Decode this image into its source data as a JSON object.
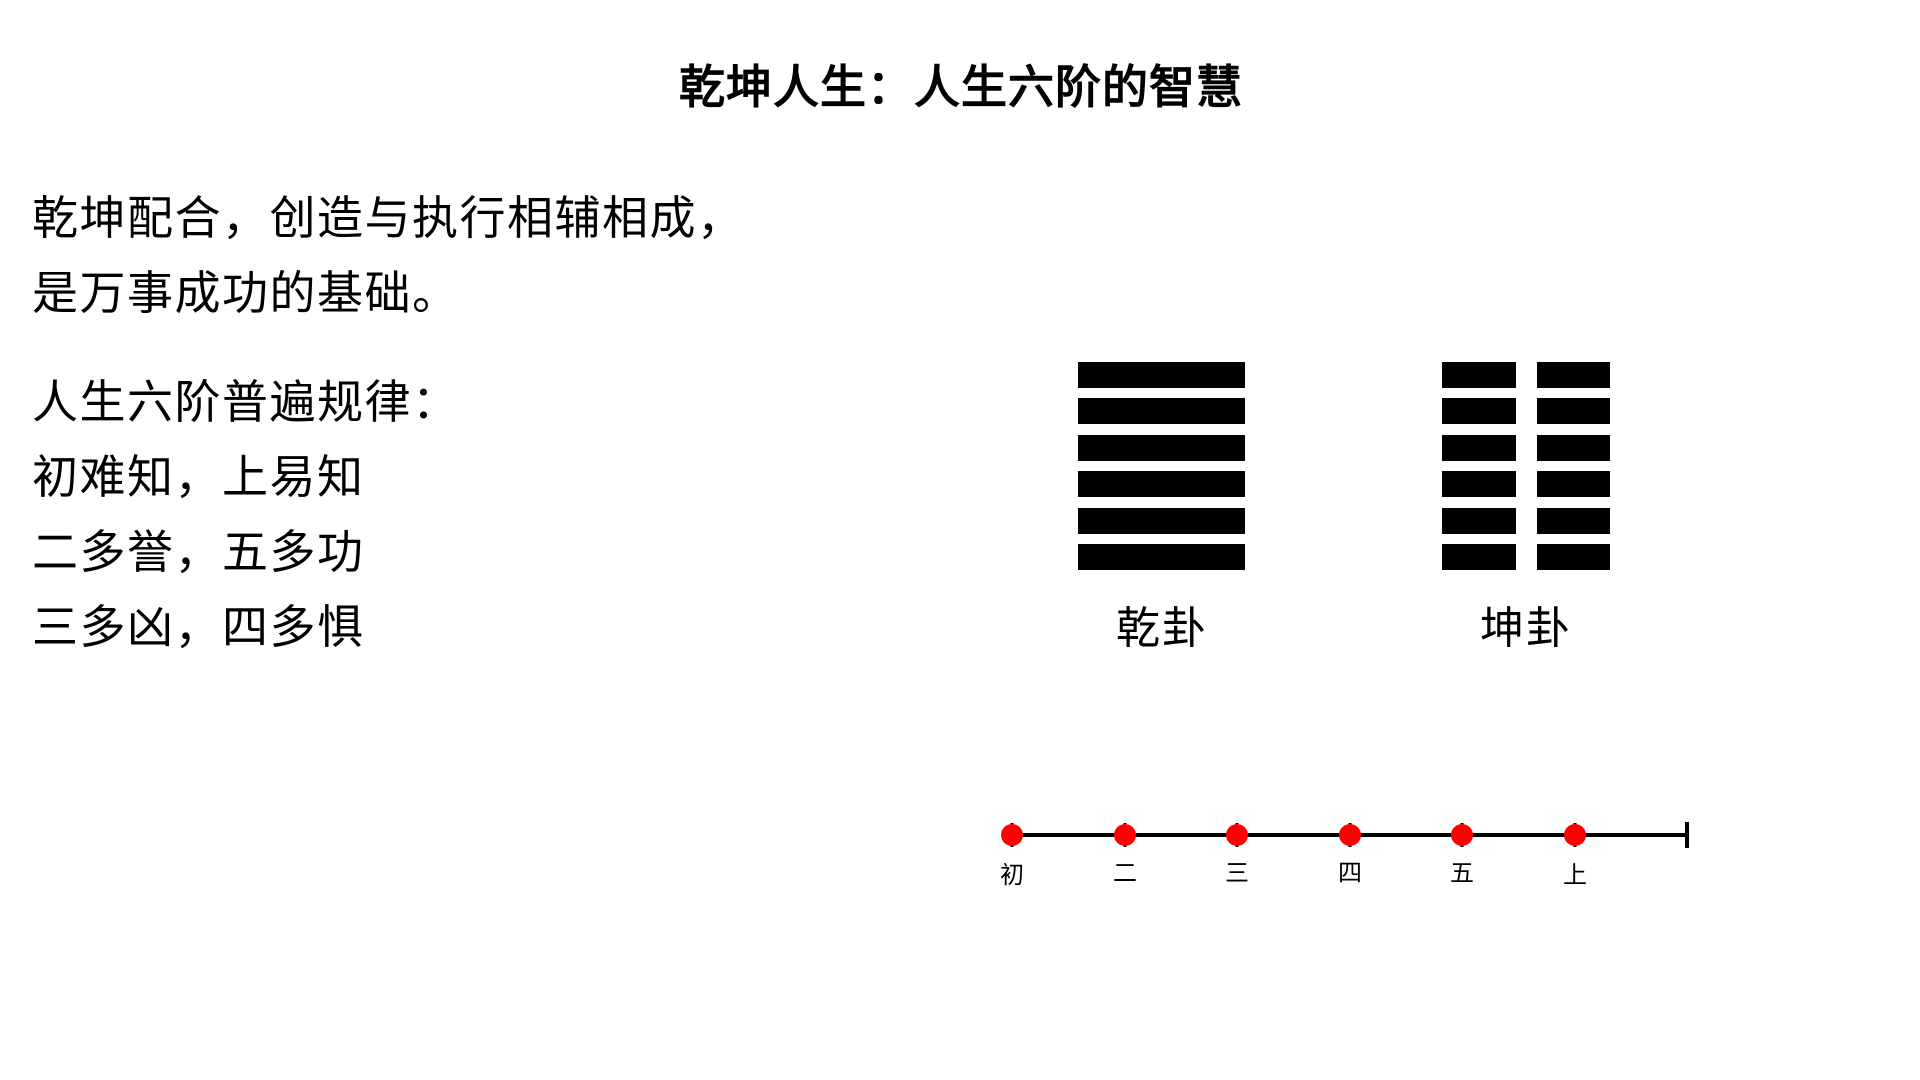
{
  "title": "乾坤人生：人生六阶的智慧",
  "intro": {
    "lines": [
      "乾坤配合，创造与执行相辅相成，",
      "是万事成功的基础。"
    ]
  },
  "rules": {
    "heading": "人生六阶普遍规律：",
    "lines": [
      "初难知，上易知",
      "二多誉，五多功",
      "三多凶，四多惧"
    ]
  },
  "hexagrams": [
    {
      "name": "乾卦",
      "lines": [
        "yang",
        "yang",
        "yang",
        "yang",
        "yang",
        "yang"
      ]
    },
    {
      "name": "坤卦",
      "lines": [
        "yin",
        "yin",
        "yin",
        "yin",
        "yin",
        "yin"
      ]
    }
  ],
  "timeline": {
    "stages": [
      "初",
      "二",
      "三",
      "四",
      "五",
      "上"
    ],
    "dot_color": "#ff0000",
    "line_color": "#000000"
  }
}
